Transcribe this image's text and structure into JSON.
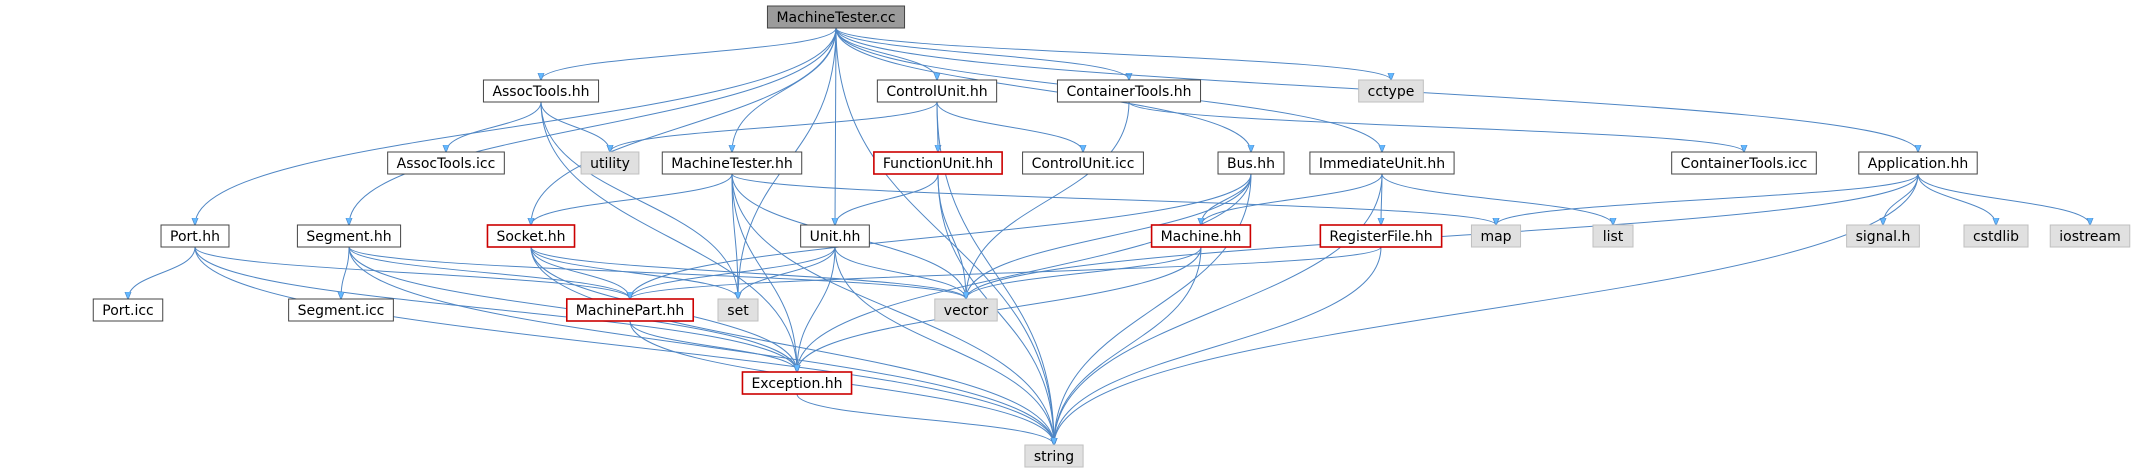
{
  "colors": {
    "edge": "#63b8ff",
    "edge_stroke": "#4f86c4",
    "root_fill": "#9b9b9b",
    "system_fill": "#e0e0e0",
    "node_fill": "#ffffff",
    "node_border": "#444444",
    "red_border": "#cc0000"
  },
  "nodes": [
    {
      "id": "MachineTester_cc",
      "label": "MachineTester.cc",
      "kind": "root"
    },
    {
      "id": "AssocTools_hh",
      "label": "AssocTools.hh",
      "kind": "normal"
    },
    {
      "id": "ControlUnit_hh",
      "label": "ControlUnit.hh",
      "kind": "normal"
    },
    {
      "id": "ContainerTools_hh",
      "label": "ContainerTools.hh",
      "kind": "normal"
    },
    {
      "id": "cctype",
      "label": "cctype",
      "kind": "system"
    },
    {
      "id": "AssocTools_icc",
      "label": "AssocTools.icc",
      "kind": "normal"
    },
    {
      "id": "utility",
      "label": "utility",
      "kind": "system"
    },
    {
      "id": "MachineTester_hh",
      "label": "MachineTester.hh",
      "kind": "normal"
    },
    {
      "id": "FunctionUnit_hh",
      "label": "FunctionUnit.hh",
      "kind": "red"
    },
    {
      "id": "ControlUnit_icc",
      "label": "ControlUnit.icc",
      "kind": "normal"
    },
    {
      "id": "Bus_hh",
      "label": "Bus.hh",
      "kind": "normal"
    },
    {
      "id": "ImmediateUnit_hh",
      "label": "ImmediateUnit.hh",
      "kind": "normal"
    },
    {
      "id": "ContainerTools_icc",
      "label": "ContainerTools.icc",
      "kind": "normal"
    },
    {
      "id": "Application_hh",
      "label": "Application.hh",
      "kind": "normal"
    },
    {
      "id": "Port_hh",
      "label": "Port.hh",
      "kind": "normal"
    },
    {
      "id": "Segment_hh",
      "label": "Segment.hh",
      "kind": "normal"
    },
    {
      "id": "Socket_hh",
      "label": "Socket.hh",
      "kind": "red"
    },
    {
      "id": "Unit_hh",
      "label": "Unit.hh",
      "kind": "normal"
    },
    {
      "id": "Machine_hh",
      "label": "Machine.hh",
      "kind": "red"
    },
    {
      "id": "RegisterFile_hh",
      "label": "RegisterFile.hh",
      "kind": "red"
    },
    {
      "id": "map",
      "label": "map",
      "kind": "system"
    },
    {
      "id": "list",
      "label": "list",
      "kind": "system"
    },
    {
      "id": "signal_h",
      "label": "signal.h",
      "kind": "system"
    },
    {
      "id": "cstdlib",
      "label": "cstdlib",
      "kind": "system"
    },
    {
      "id": "iostream",
      "label": "iostream",
      "kind": "system"
    },
    {
      "id": "Port_icc",
      "label": "Port.icc",
      "kind": "normal"
    },
    {
      "id": "Segment_icc",
      "label": "Segment.icc",
      "kind": "normal"
    },
    {
      "id": "MachinePart_hh",
      "label": "MachinePart.hh",
      "kind": "red"
    },
    {
      "id": "set",
      "label": "set",
      "kind": "system"
    },
    {
      "id": "vector",
      "label": "vector",
      "kind": "system"
    },
    {
      "id": "Exception_hh",
      "label": "Exception.hh",
      "kind": "red"
    },
    {
      "id": "string",
      "label": "string",
      "kind": "system"
    }
  ],
  "edges": [
    [
      "MachineTester_cc",
      "AssocTools_hh"
    ],
    [
      "MachineTester_cc",
      "ControlUnit_hh"
    ],
    [
      "MachineTester_cc",
      "ContainerTools_hh"
    ],
    [
      "MachineTester_cc",
      "cctype"
    ],
    [
      "MachineTester_cc",
      "MachineTester_hh"
    ],
    [
      "MachineTester_cc",
      "Unit_hh"
    ],
    [
      "MachineTester_cc",
      "Bus_hh"
    ],
    [
      "MachineTester_cc",
      "ImmediateUnit_hh"
    ],
    [
      "MachineTester_cc",
      "Application_hh"
    ],
    [
      "MachineTester_cc",
      "Port_hh"
    ],
    [
      "MachineTester_cc",
      "Segment_hh"
    ],
    [
      "MachineTester_cc",
      "Socket_hh"
    ],
    [
      "MachineTester_cc",
      "set"
    ],
    [
      "MachineTester_cc",
      "string"
    ],
    [
      "AssocTools_hh",
      "AssocTools_icc"
    ],
    [
      "AssocTools_hh",
      "utility"
    ],
    [
      "AssocTools_hh",
      "set"
    ],
    [
      "AssocTools_hh",
      "Exception_hh"
    ],
    [
      "ControlUnit_hh",
      "utility"
    ],
    [
      "ControlUnit_hh",
      "FunctionUnit_hh"
    ],
    [
      "ControlUnit_hh",
      "ControlUnit_icc"
    ],
    [
      "ControlUnit_hh",
      "string"
    ],
    [
      "ContainerTools_hh",
      "ContainerTools_icc"
    ],
    [
      "ContainerTools_hh",
      "vector"
    ],
    [
      "MachineTester_hh",
      "Socket_hh"
    ],
    [
      "MachineTester_hh",
      "set"
    ],
    [
      "MachineTester_hh",
      "vector"
    ],
    [
      "MachineTester_hh",
      "Exception_hh"
    ],
    [
      "MachineTester_hh",
      "map"
    ],
    [
      "MachineTester_hh",
      "string"
    ],
    [
      "FunctionUnit_hh",
      "Unit_hh"
    ],
    [
      "FunctionUnit_hh",
      "vector"
    ],
    [
      "FunctionUnit_hh",
      "string"
    ],
    [
      "Bus_hh",
      "MachinePart_hh"
    ],
    [
      "Bus_hh",
      "Machine_hh"
    ],
    [
      "Bus_hh",
      "vector"
    ],
    [
      "Bus_hh",
      "Exception_hh"
    ],
    [
      "Bus_hh",
      "string"
    ],
    [
      "ImmediateUnit_hh",
      "Machine_hh"
    ],
    [
      "ImmediateUnit_hh",
      "RegisterFile_hh"
    ],
    [
      "ImmediateUnit_hh",
      "list"
    ],
    [
      "ImmediateUnit_hh",
      "string"
    ],
    [
      "Application_hh",
      "signal_h"
    ],
    [
      "Application_hh",
      "cstdlib"
    ],
    [
      "Application_hh",
      "iostream"
    ],
    [
      "Application_hh",
      "map"
    ],
    [
      "Application_hh",
      "vector"
    ],
    [
      "Application_hh",
      "string"
    ],
    [
      "Port_hh",
      "Port_icc"
    ],
    [
      "Port_hh",
      "MachinePart_hh"
    ],
    [
      "Port_hh",
      "Exception_hh"
    ],
    [
      "Port_hh",
      "string"
    ],
    [
      "Segment_hh",
      "Segment_icc"
    ],
    [
      "Segment_hh",
      "MachinePart_hh"
    ],
    [
      "Segment_hh",
      "vector"
    ],
    [
      "Segment_hh",
      "Exception_hh"
    ],
    [
      "Segment_hh",
      "string"
    ],
    [
      "Socket_hh",
      "MachinePart_hh"
    ],
    [
      "Socket_hh",
      "set"
    ],
    [
      "Socket_hh",
      "vector"
    ],
    [
      "Socket_hh",
      "Exception_hh"
    ],
    [
      "Socket_hh",
      "string"
    ],
    [
      "Unit_hh",
      "MachinePart_hh"
    ],
    [
      "Unit_hh",
      "set"
    ],
    [
      "Unit_hh",
      "vector"
    ],
    [
      "Unit_hh",
      "Exception_hh"
    ],
    [
      "Unit_hh",
      "string"
    ],
    [
      "Machine_hh",
      "vector"
    ],
    [
      "Machine_hh",
      "Exception_hh"
    ],
    [
      "Machine_hh",
      "string"
    ],
    [
      "RegisterFile_hh",
      "MachinePart_hh"
    ],
    [
      "RegisterFile_hh",
      "string"
    ],
    [
      "MachinePart_hh",
      "Exception_hh"
    ],
    [
      "MachinePart_hh",
      "string"
    ],
    [
      "Exception_hh",
      "string"
    ]
  ]
}
